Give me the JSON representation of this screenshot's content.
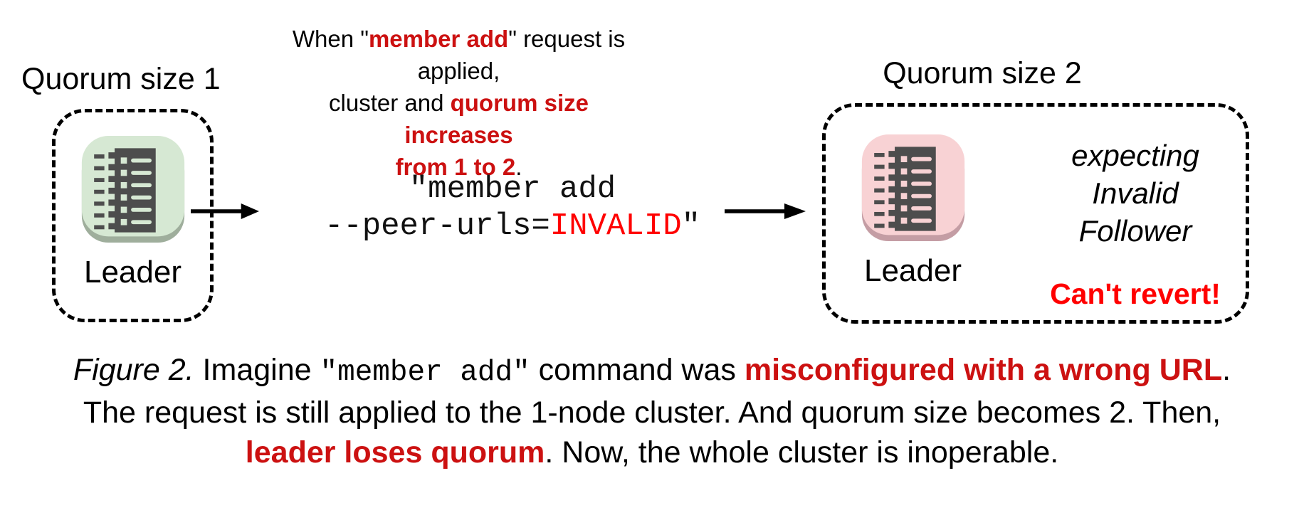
{
  "colors": {
    "dark_red": "#cc1111",
    "bright_red": "#ff0000",
    "node_green": "#d6e8d3",
    "node_green_shadow": "#9fae9c",
    "node_pink": "#f8d2d4",
    "node_pink_shadow": "#c49da4",
    "glyph_dark": "#4d4d4d"
  },
  "left_cluster": {
    "title": "Quorum size 1",
    "node_label": "Leader"
  },
  "annotation": {
    "seg1": "When \"",
    "seg2_red": "member add",
    "seg3": "\" request is applied,",
    "seg4": "cluster and ",
    "seg5_red": "quorum size increases",
    "seg6_red": "from 1 to 2",
    "seg7": "."
  },
  "command": {
    "line1": "\"member add",
    "line2_pre": "--peer-urls=",
    "line2_red": "INVALID",
    "line2_post": "\""
  },
  "right_cluster": {
    "title": "Quorum size 2",
    "node_label": "Leader",
    "expecting_line1": "expecting",
    "expecting_line2": "Invalid",
    "expecting_line3": "Follower",
    "warning": "Can't revert!"
  },
  "caption": {
    "figure_label": "Figure 2.",
    "seg1": " Imagine ",
    "code": "\"member add\"",
    "seg2": " command was ",
    "seg3_red": "misconfigured with a wrong URL",
    "seg4": ".",
    "line2": "The request is still applied to the 1-node cluster. And quorum size becomes 2. Then,",
    "line3_red": "leader loses quorum",
    "line3_rest": ". Now, the whole cluster is inoperable."
  }
}
